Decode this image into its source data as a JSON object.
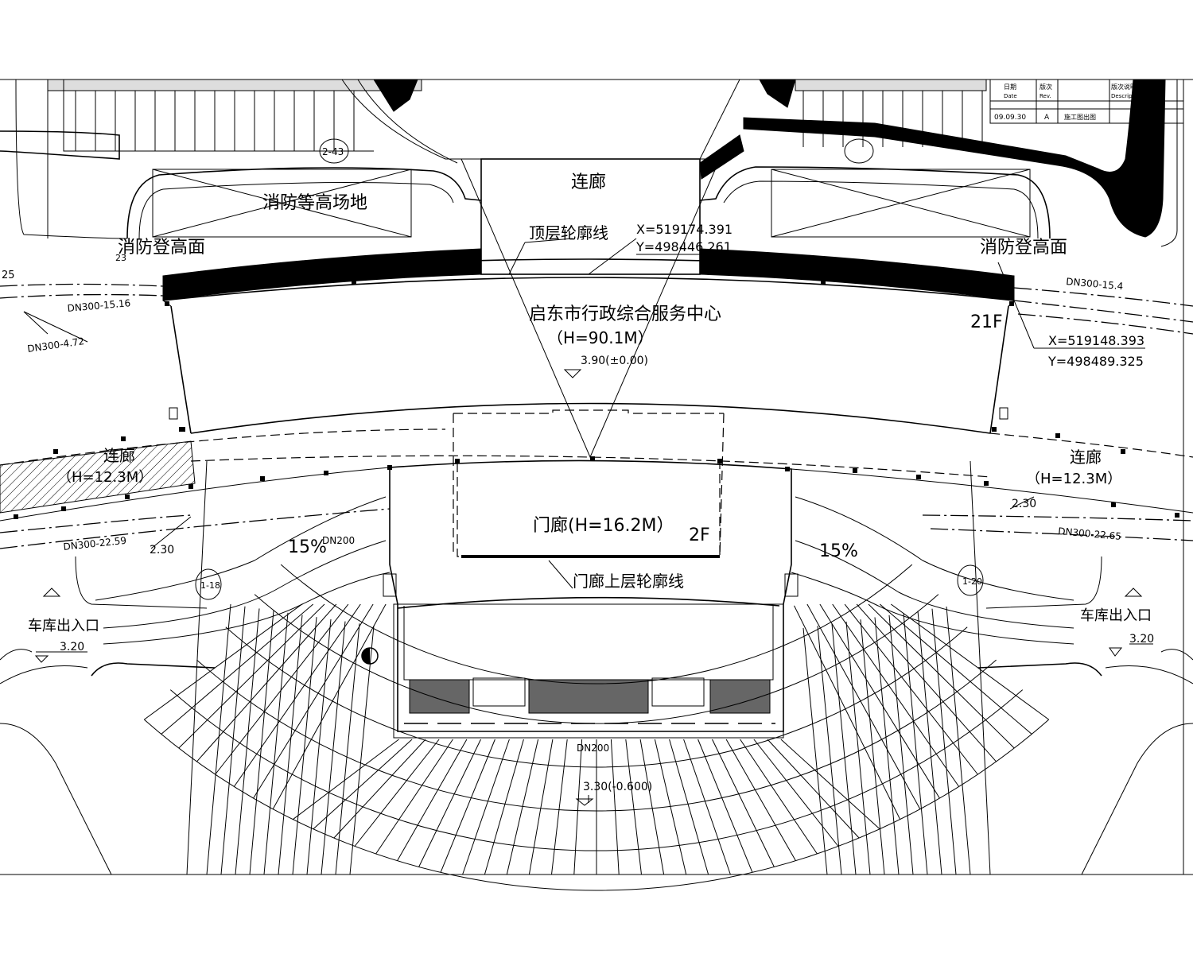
{
  "labels": {
    "bridge_top": "连廊",
    "fire_site": "消防等高场地",
    "fire_face_left": "消防登高面",
    "fire_face_right": "消防登高面",
    "roof_outline": "顶层轮廓线",
    "coord1_x": "X=519174.391",
    "coord1_y": "Y=498446.261",
    "coord2_x": "X=519148.393",
    "coord2_y": "Y=498489.325",
    "building_name": "启东市行政综合服务中心",
    "building_height": "（H=90.1M）",
    "building_level": "3.90(±0.00)",
    "floors_21": "21F",
    "bridge_left": "连廊",
    "bridge_left_h": "（H=12.3M）",
    "bridge_right": "连廊",
    "bridge_right_h": "（H=12.3M）",
    "porch": "门廊(H=16.2M）",
    "floors_2": "2F",
    "porch_outline": "门廊上层轮廓线",
    "slope_left": "15%",
    "slope_right": "15%",
    "pipe_dn200_left": "DN200",
    "pipe_dn200_bottom": "DN200",
    "pipe_dn300_1516": "DN300-15.16",
    "pipe_dn300_472": "DN300-4.72",
    "pipe_dn300_2259": "DN300-22.59",
    "pipe_dn300_154": "DN300-15.4",
    "pipe_dn300_2265": "DN300-22.65",
    "level_230_left": "2.30",
    "level_230_right": "2.30",
    "garage_left": "车库出入口",
    "garage_left_level": "3.20",
    "garage_right": "车库出入口",
    "garage_right_level": "3.20",
    "plaza_level": "3.30(-0.600)",
    "axis_2_43": "2-43",
    "axis_1_18": "1-18",
    "axis_1_20": "1-20",
    "edge_25": "25",
    "edge_23": "23"
  },
  "titleblock": {
    "headers": [
      "日期",
      "版次",
      "版次说明"
    ],
    "sub_headers": [
      "Date",
      "Rev.",
      "Description"
    ],
    "row": [
      "09.09.30",
      "A",
      "施工图出图"
    ]
  }
}
